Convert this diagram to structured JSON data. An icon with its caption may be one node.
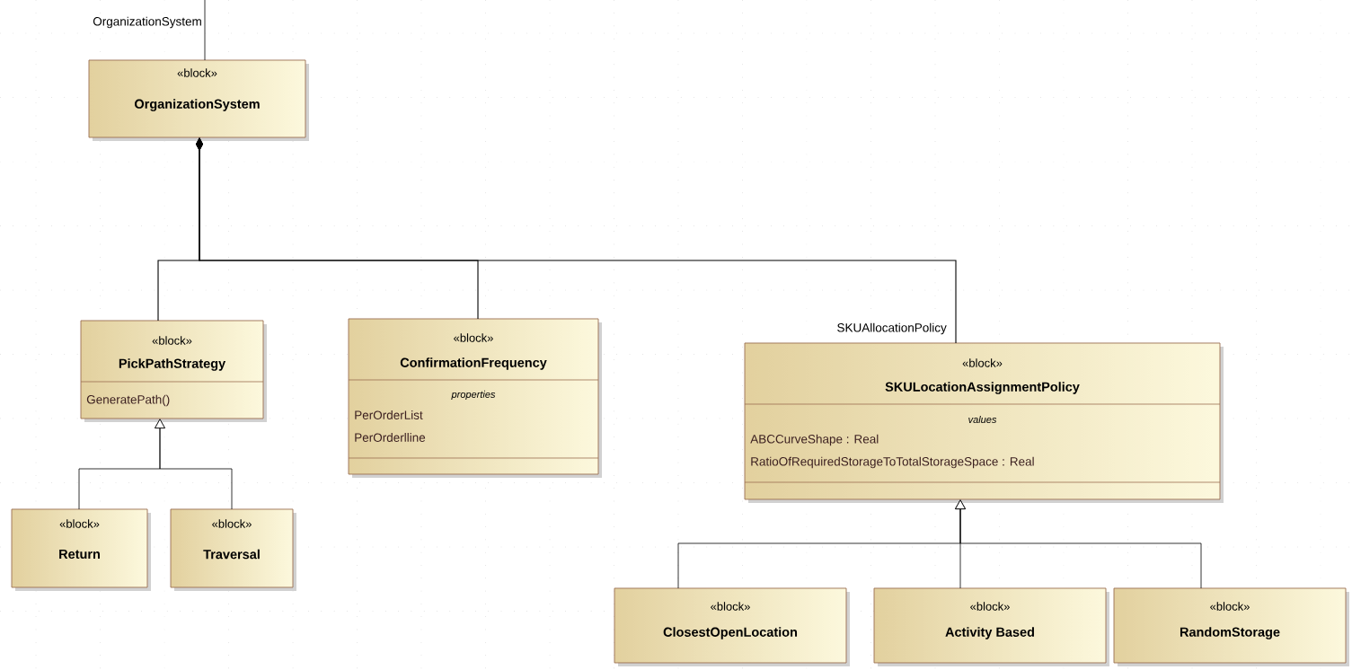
{
  "diagram": {
    "nodes": [
      {
        "text": [
          "«block»",
          "OrganizationSystem"
        ]
      },
      {
        "text": [
          "«block»",
          "PickPathStrategy",
          "GeneratePath()"
        ]
      },
      {
        "text": [
          "«block»",
          "ConfirmationFrequency",
          "properties",
          "PerOrderList",
          "PerOrderlline"
        ]
      },
      {
        "text": [
          "«block»",
          "SKULocationAssignmentPolicy",
          "values",
          "ABCCurveShape : Real",
          "RatioOfRequiredStorageToTotalStorageSpace : Real"
        ]
      },
      {
        "text": [
          "«block»",
          "Return"
        ]
      },
      {
        "text": [
          "«block»",
          "Traversal"
        ]
      },
      {
        "text": [
          "«block»",
          "ClosestOpenLocation"
        ]
      },
      {
        "text": [
          "«block»",
          "Activity Based"
        ]
      },
      {
        "text": [
          "«block»",
          "RandomStorage"
        ]
      }
    ],
    "edges": [
      {
        "from": null,
        "to": 0,
        "arrow": "none",
        "label": "OrganizationSystem"
      },
      {
        "from": 0,
        "to": 1,
        "arrow": "other"
      },
      {
        "from": 0,
        "to": 2,
        "arrow": "other"
      },
      {
        "from": 0,
        "to": 3,
        "arrow": "other",
        "label": "SKUAllocationPolicy"
      },
      {
        "from": 4,
        "to": 1,
        "arrow": "to"
      },
      {
        "from": 5,
        "to": 1,
        "arrow": "to"
      },
      {
        "from": 6,
        "to": 3,
        "arrow": "to"
      },
      {
        "from": 7,
        "to": 3,
        "arrow": "to"
      },
      {
        "from": 8,
        "to": 3,
        "arrow": "to"
      }
    ]
  }
}
